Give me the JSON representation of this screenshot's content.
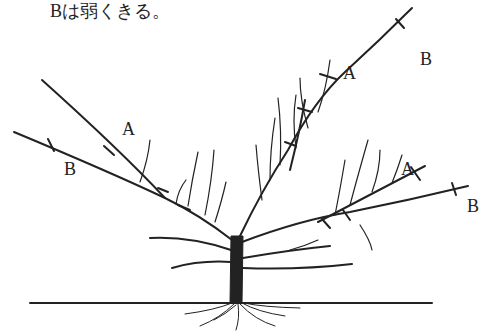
{
  "diagram": {
    "labels": [
      "Bは弱くきる。",
      "B",
      "A",
      "A",
      "B",
      "A",
      "B"
    ]
  }
}
